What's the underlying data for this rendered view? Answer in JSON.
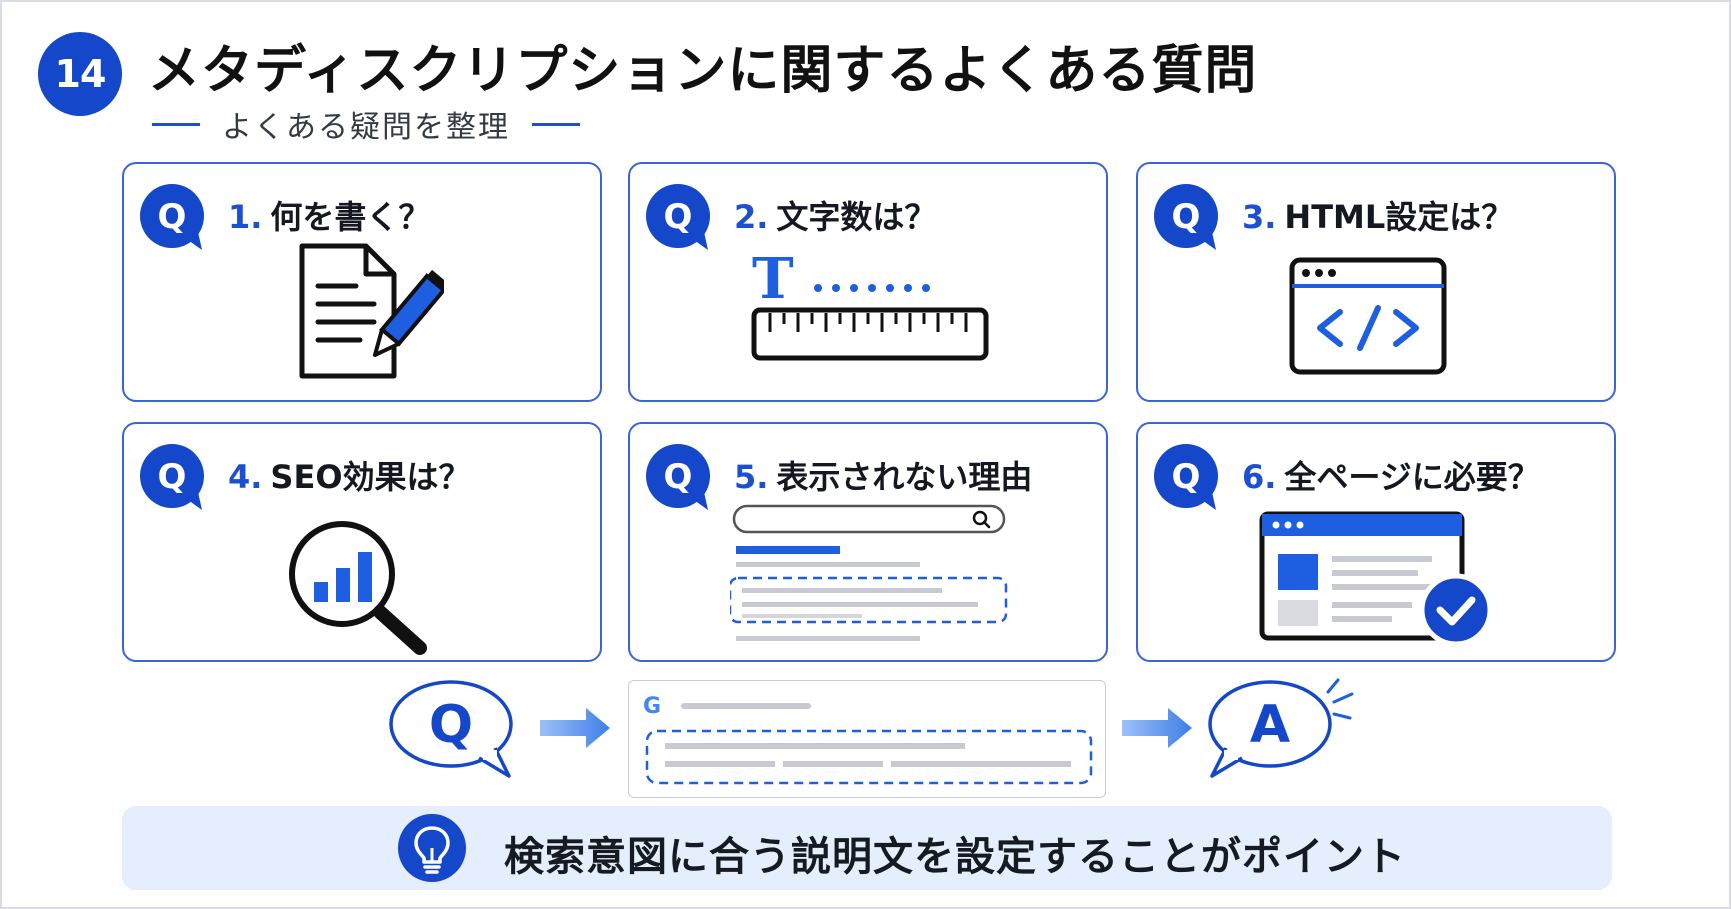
{
  "header": {
    "number": "14",
    "title": "メタディスクリプションに関するよくある質問",
    "subtitle": "よくある疑問を整理"
  },
  "cards": [
    {
      "num": "1.",
      "label": "何を書く？",
      "icon": "document-pen-icon"
    },
    {
      "num": "2.",
      "label": "文字数は？",
      "icon": "text-ruler-icon"
    },
    {
      "num": "3.",
      "label": "HTML設定は？",
      "icon": "code-window-icon"
    },
    {
      "num": "4.",
      "label": "SEO効果は？",
      "icon": "magnifier-chart-icon"
    },
    {
      "num": "5.",
      "label": "表示されない理由",
      "icon": "search-results-icon"
    },
    {
      "num": "6.",
      "label": "全ページに必要？",
      "icon": "page-check-icon"
    }
  ],
  "q_letter": "Q",
  "flow": {
    "question": "Q",
    "answer": "A",
    "search_logo": "G"
  },
  "colors": {
    "brand_blue": "#1447c9",
    "accent_blue": "#1d4fd1",
    "border_blue": "#3a64d8",
    "light_blue_bar": "#e4eefc",
    "arrow_blue": "#5b93f0",
    "gray_line": "#c7cad1"
  },
  "footer": {
    "point": "検索意図に合う説明文を設定することがポイント",
    "icon": "lightbulb-icon"
  }
}
